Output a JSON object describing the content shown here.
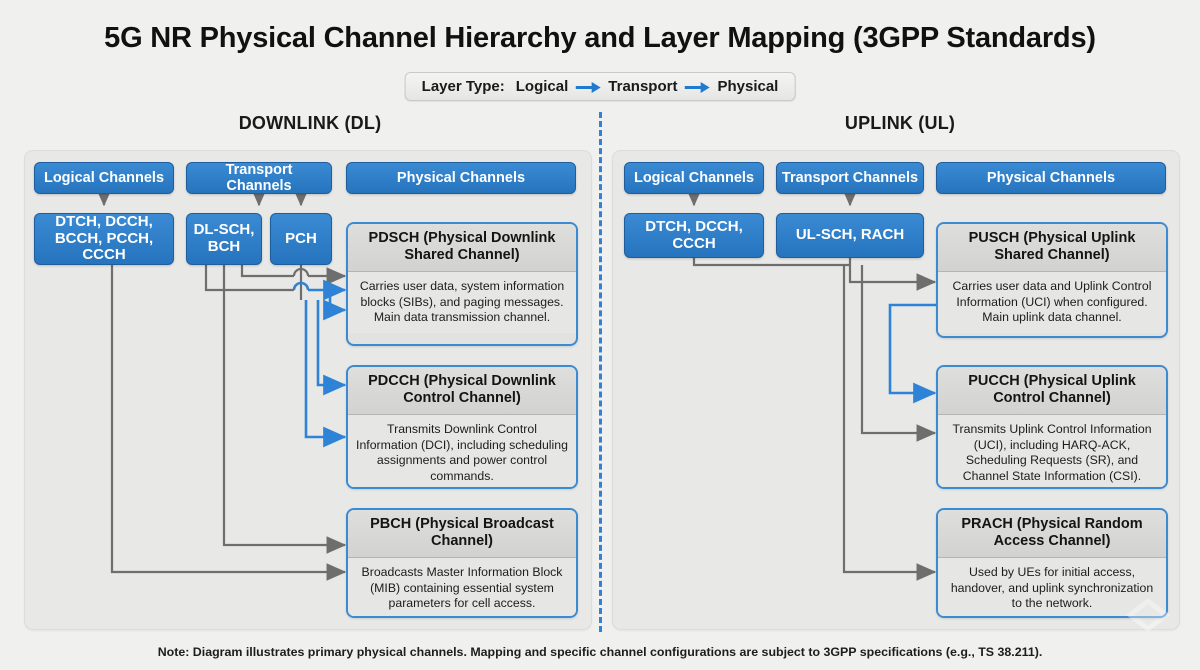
{
  "title": "5G NR Physical Channel Hierarchy and Layer Mapping (3GPP Standards)",
  "legend": {
    "label": "Layer Type:",
    "logical": "Logical",
    "transport": "Transport",
    "physical": "Physical",
    "arrow_color": "#1f7ad0"
  },
  "colors": {
    "blue_box": "#2d7ec9",
    "blue_border": "#1e5e9c",
    "card_border": "#3b8ad4",
    "panel_bg": "#e8e8e6",
    "page_bg": "#f0f0ee",
    "gray_wire": "#6e6e6e",
    "blue_wire": "#2f83d6",
    "divider": "#2f83d6"
  },
  "downlink": {
    "section_title": "DOWNLINK (DL)",
    "headers": {
      "logical": "Logical Channels",
      "transport": "Transport Channels",
      "physical": "Physical Channels"
    },
    "logical_channels": "DTCH, DCCH, BCCH, PCCH, CCCH",
    "transport_channels": [
      "DL-SCH, BCH",
      "PCH"
    ],
    "physical_channels": [
      {
        "id": "pdsch",
        "title": "PDSCH (Physical Downlink Shared Channel)",
        "description": "Carries user data, system information blocks (SIBs), and paging messages. Main data transmission channel."
      },
      {
        "id": "pdcch",
        "title": "PDCCH (Physical Downlink Control Channel)",
        "description": "Transmits Downlink Control Information (DCI), including scheduling assignments and power control commands."
      },
      {
        "id": "pbch",
        "title": "PBCH (Physical Broadcast Channel)",
        "description": "Broadcasts Master Information Block (MIB) containing essential system parameters for cell access."
      }
    ]
  },
  "uplink": {
    "section_title": "UPLINK (UL)",
    "headers": {
      "logical": "Logical Channels",
      "transport": "Transport Channels",
      "physical": "Physical Channels"
    },
    "logical_channels": "DTCH, DCCH, CCCH",
    "transport_channels": [
      "UL-SCH, RACH"
    ],
    "physical_channels": [
      {
        "id": "pusch",
        "title": "PUSCH (Physical Uplink Shared Channel)",
        "description": "Carries user data and Uplink Control Information (UCI) when configured. Main uplink data channel."
      },
      {
        "id": "pucch",
        "title": "PUCCH (Physical Uplink Control Channel)",
        "description": "Transmits Uplink Control Information (UCI), including HARQ-ACK, Scheduling Requests (SR), and Channel State Information (CSI)."
      },
      {
        "id": "prach",
        "title": "PRACH (Physical Random Access Channel)",
        "description": "Used by UEs for initial access, handover, and uplink synchronization to the network."
      }
    ]
  },
  "footer": "Note: Diagram illustrates primary physical channels. Mapping and specific channel configurations are subject to 3GPP specifications (e.g., TS 38.211)."
}
